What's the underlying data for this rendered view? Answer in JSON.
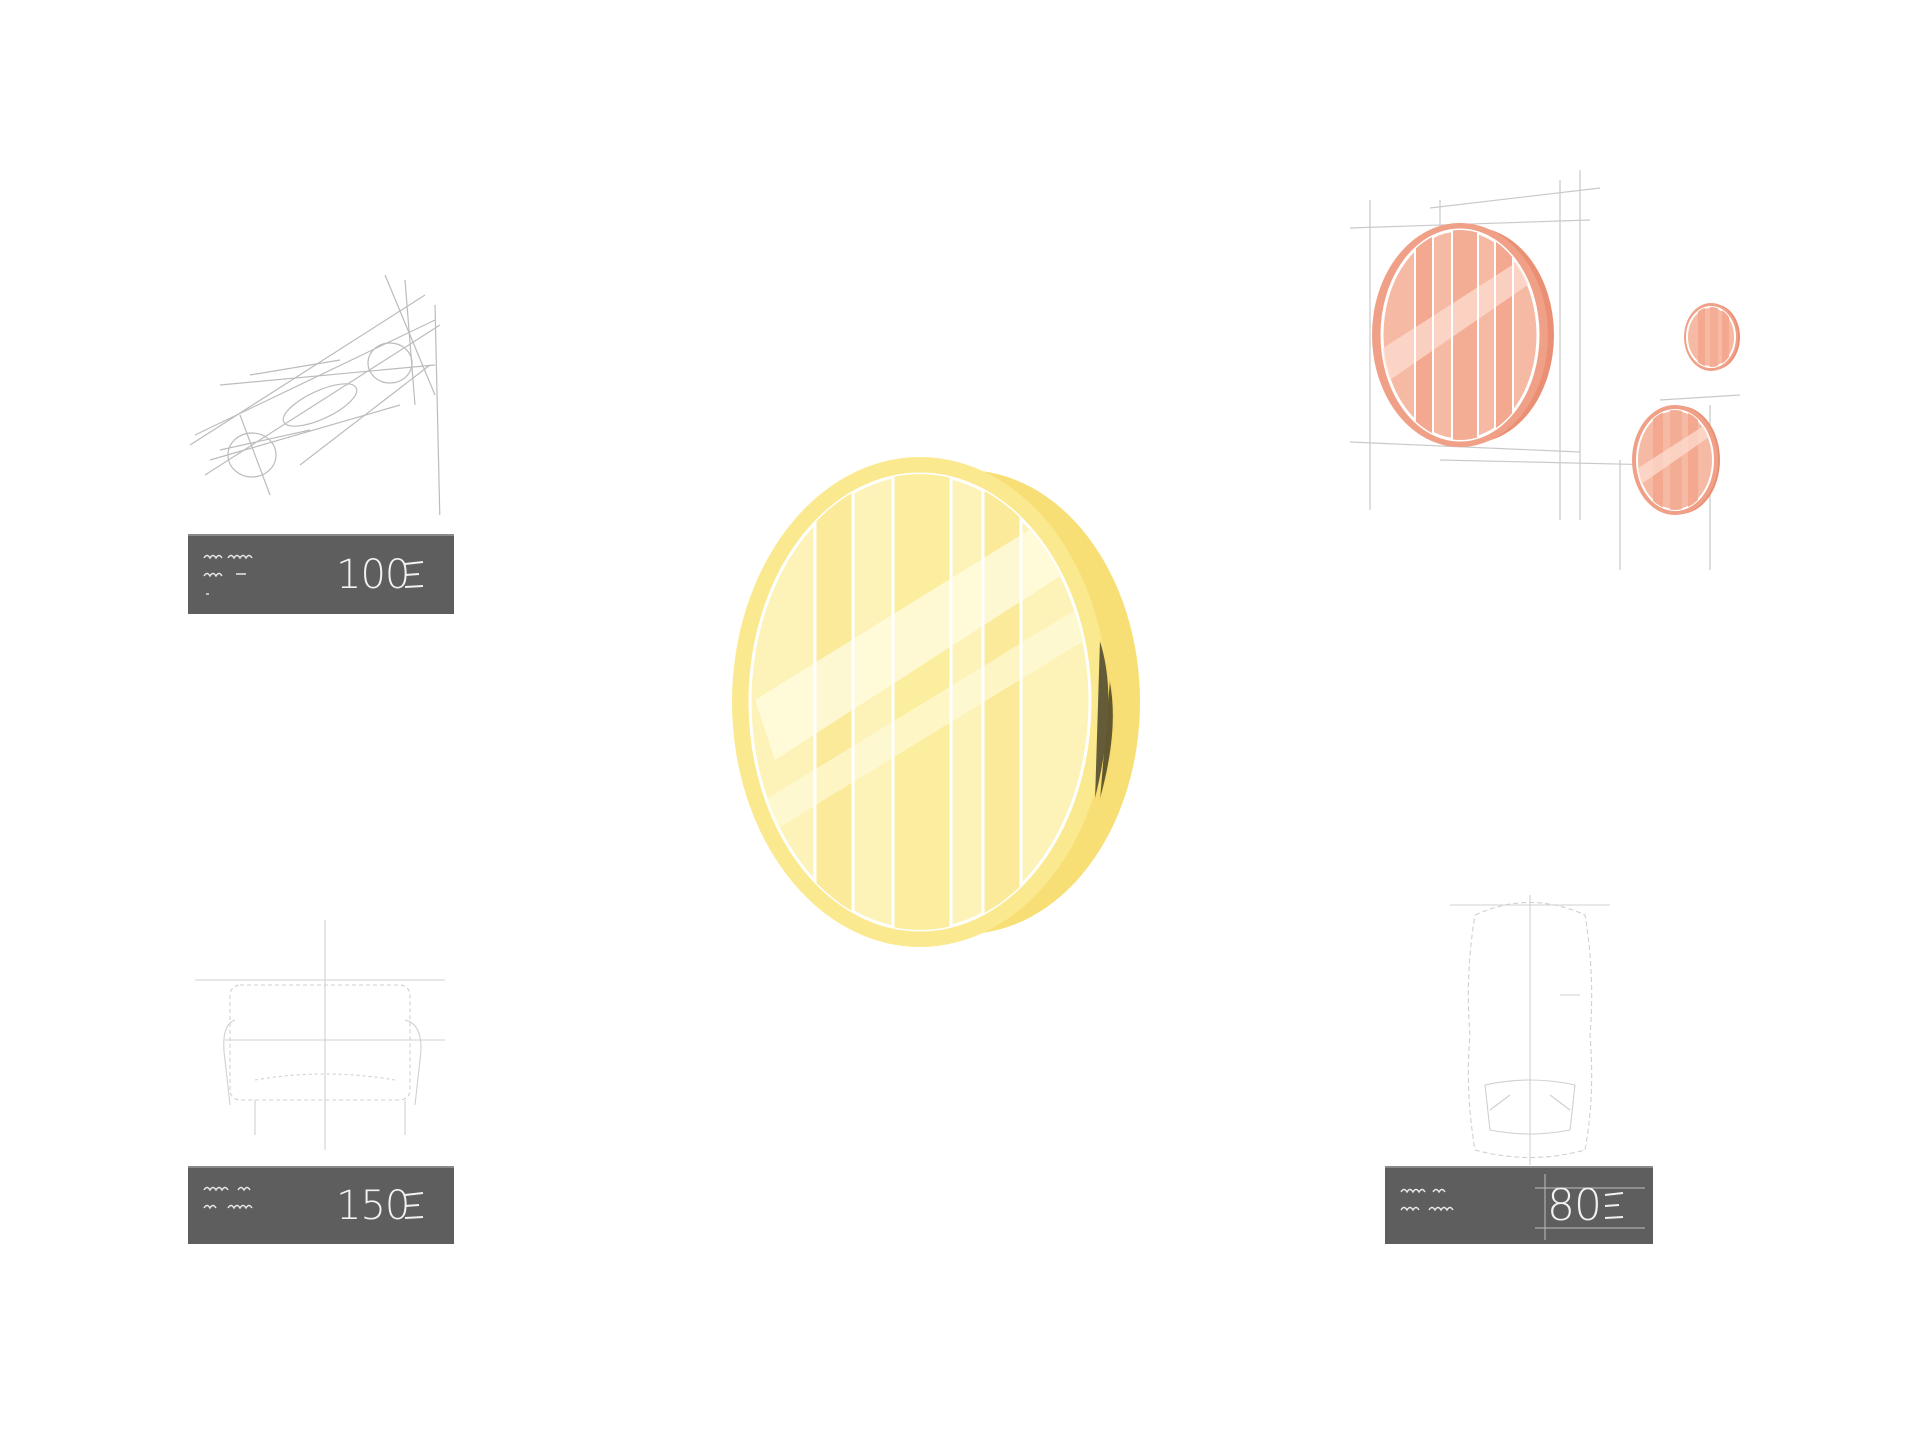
{
  "cards": [
    {
      "id": "top-left",
      "price": "100"
    },
    {
      "id": "bottom-left",
      "price": "150"
    },
    {
      "id": "bottom-right",
      "price": "80"
    }
  ],
  "colors": {
    "card_bg": "#5e5e5e",
    "card_text": "#f2f2f2",
    "gold_coin": "#fbee9f",
    "gold_coin_edge": "#f6dc6c",
    "copper_coin": "#f3a88f",
    "copper_coin_edge": "#eb8f74",
    "sketch_line": "#c8c8c8"
  },
  "icons": [
    "coin-sketch-icon",
    "sofa-sketch-icon",
    "vehicle-sketch-icon",
    "currency-icon",
    "gold-coin-icon",
    "copper-coin-icon"
  ]
}
